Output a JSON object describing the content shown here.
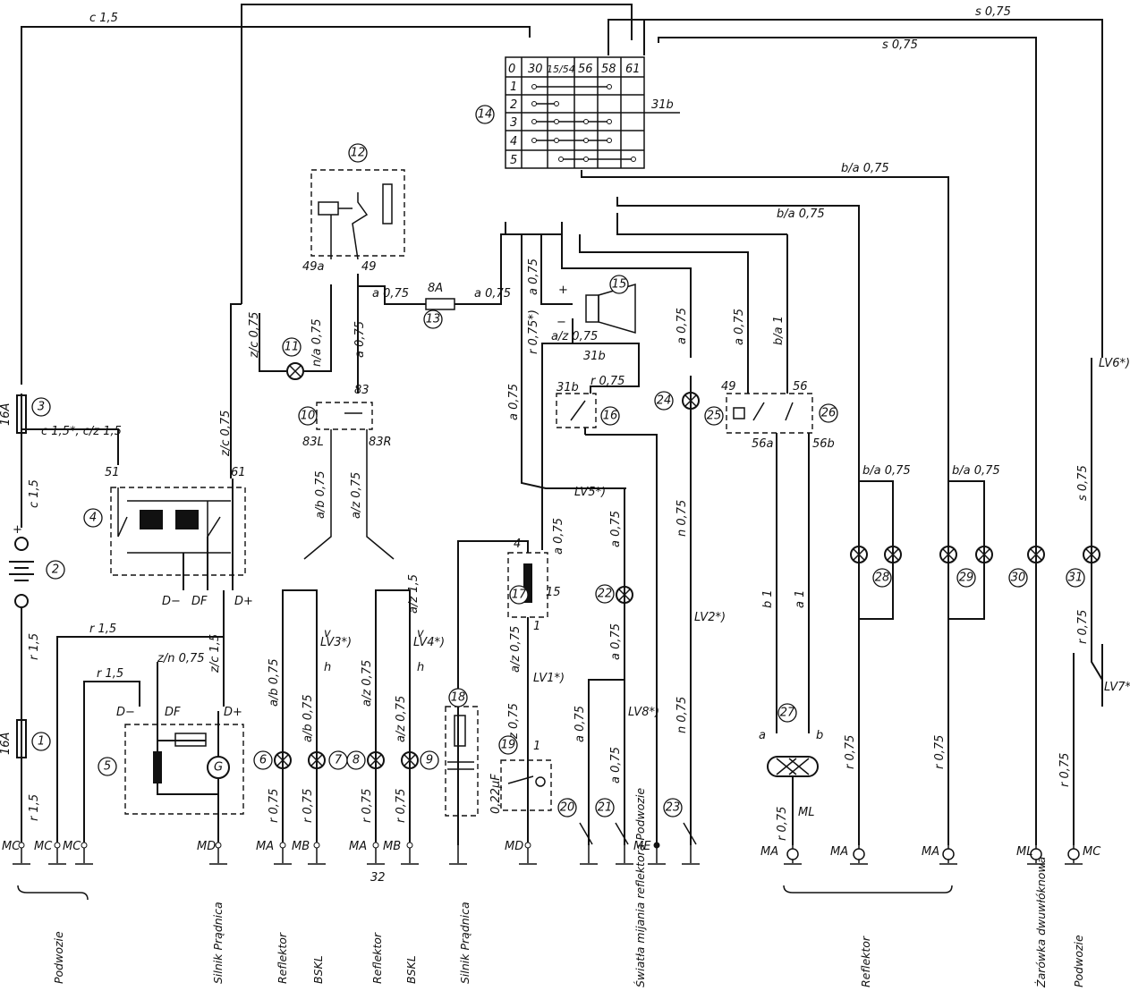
{
  "top_wires": {
    "w1": "c 1,5",
    "w2": "s 0,75",
    "w3": "s 0,75",
    "w4": "b/a 0,75",
    "w5": "b/a 0,75"
  },
  "switch_table": {
    "headers": [
      "0",
      "30",
      "15/54",
      "56",
      "58",
      "61"
    ],
    "rows": [
      "1",
      "2",
      "3",
      "4",
      "5"
    ],
    "side_label": "31b"
  },
  "components": [
    "1",
    "2",
    "3",
    "4",
    "5",
    "6",
    "7",
    "8",
    "9",
    "10",
    "11",
    "12",
    "13",
    "14",
    "15",
    "16",
    "17",
    "18",
    "19",
    "20",
    "21",
    "22",
    "23",
    "24",
    "25",
    "26",
    "27",
    "28",
    "29",
    "30",
    "31"
  ],
  "fuse_labels": {
    "f3": "16A",
    "f1": "16A",
    "f13": "8A"
  },
  "terminals": {
    "t51": "51",
    "t61": "61",
    "t49a": "49a",
    "t49": "49",
    "t83": "83",
    "t83L": "83L",
    "t83R": "83R",
    "tDm": "D−",
    "tDF": "DF",
    "tDp": "D+",
    "tDm2": "D−",
    "tDF2": "DF",
    "tDp2": "D+",
    "t31b": "31b",
    "t31b2": "31b",
    "t49b": "49",
    "t56": "56",
    "t56a": "56a",
    "t56b": "56b",
    "t4": "4",
    "t15": "15",
    "t1": "1",
    "t1b": "1",
    "ta": "a",
    "tb": "b",
    "tML": "ML",
    "t32": "32",
    "plus": "+",
    "minus": "−",
    "cap": "0,22µF"
  },
  "wire_labels": {
    "c15": "c 1,5",
    "c15a": "c 1,5*, c/z 1,5",
    "c15b": "c 1,5",
    "r15a": "r 1,5",
    "r15b": "r 1,5",
    "r15c": "r 1,5",
    "r15d": "r 1,5",
    "zc075": "z/c 0,75",
    "zc075b": "z/c 0,75",
    "zc15": "z/c 1,5",
    "zn075": "z/n 0,75",
    "na075": "n/a 0,75",
    "a075a": "a 0,75",
    "a075b": "a 0,75",
    "ab075a": "a/b 0,75",
    "az075a": "a/z 0,75",
    "az15": "a/z 1,5",
    "ab075b": "a/b 0,75",
    "ab075c": "a/b 0,75",
    "az075b": "a/z 0,75",
    "az075c": "a/z 0,75",
    "r075a": "r 0,75",
    "r075b": "r 0,75",
    "r075c": "r 0,75",
    "r075d": "r 0,75",
    "a075c": "a 0,75",
    "a075d": "a 0,75",
    "a075e": "a 0,75",
    "az075d": "a/z 0,75",
    "r075star": "r 0,75*)",
    "az075e": "a/z 0,75",
    "r075e": "r 0,75",
    "a075f": "a 0,75",
    "a075g": "a 0,75",
    "a075h": "a 0,75",
    "a075i": "a 0,75",
    "z075": "z 0,75",
    "n075a": "n 0,75",
    "n075b": "n 0,75",
    "a075j": "a 0,75",
    "a075k": "a 0,75",
    "ba1": "b/a 1",
    "b1": "b 1",
    "a1": "a 1",
    "r075f": "r 0,75",
    "ba075a": "b/a 0,75",
    "ba075b": "b/a 0,75",
    "r075g": "r 0,75",
    "r075h": "r 0,75",
    "s075": "s 0,75",
    "r075i": "r 0,75",
    "r075j": "r 0,75"
  },
  "connectors": {
    "LV1": "LV1*)",
    "LV2": "LV2*)",
    "LV3": "LV3*)",
    "LV4": "LV4*)",
    "LV5": "LV5*)",
    "LV6": "LV6*)",
    "LV7": "LV7*)",
    "LV8": "LV8*)",
    "v": "v",
    "h": "h"
  },
  "grounds": {
    "g1": "MC",
    "g2": "MC",
    "g3": "MC",
    "g4": "MD",
    "g5": "MA",
    "g6": "MB",
    "g7": "MA",
    "g8": "MB",
    "g9": "MD",
    "g10": "ME",
    "g11": "MA",
    "g12": "MA",
    "g13": "MA",
    "g14": "ML",
    "g15": "MC"
  },
  "bottom_labels": [
    "Podwozie",
    "Silnik Prądnica",
    "Reflektor",
    "BSKL",
    "Reflektor",
    "BSKL",
    "Silnik Prądnica",
    "Światła mijania reflektora Podwozie",
    "Reflektor",
    "Żarówka dwuwłóknowa",
    "Podwozie"
  ]
}
